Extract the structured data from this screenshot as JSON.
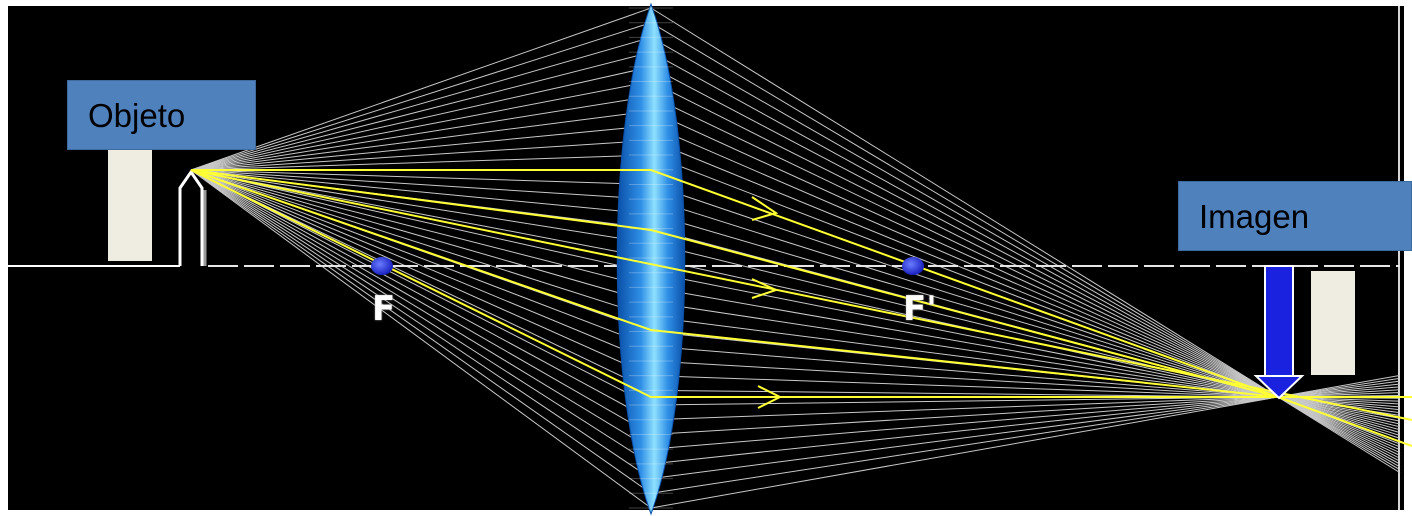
{
  "labels": {
    "object": "Objeto",
    "image": "Imagen",
    "focus_front": "F",
    "focus_back": "F'"
  },
  "colors": {
    "background": "#000000",
    "lens": "#2f8fe6",
    "principal_rays": "#ffff33",
    "bundle_rays": "#c8c8c8",
    "image_arrow": "#1a22e0",
    "label_box": "#4f81bd",
    "focal_point": "#2233dd"
  },
  "icons": {
    "object": "object-arrow-icon",
    "image": "image-arrow-icon",
    "lens": "converging-lens-icon"
  }
}
